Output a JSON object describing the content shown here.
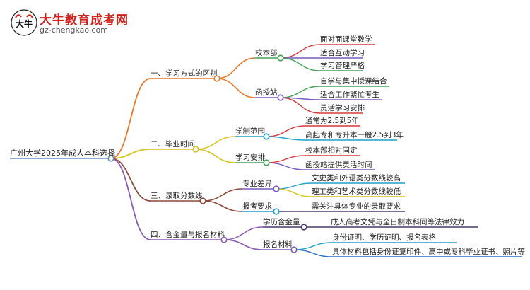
{
  "logo": {
    "title": "大牛教育成考网",
    "url": "gz-chengkao.com",
    "mark": "大牛"
  },
  "colors": {
    "root": "#6b8cc9",
    "branch1": "#e8782a",
    "branch2": "#d8c21e",
    "branch3": "#8c4a3a",
    "branch4": "#8a5cb3",
    "sub_teal": "#1fa1c8",
    "sub_green": "#44a35a",
    "sub_purple": "#7a5ac6",
    "sub_red": "#d63a3a",
    "sub_yellow": "#d4c21a",
    "sub_dark": "#4a3a74",
    "sub_blue": "#2b6fc7"
  },
  "mindmap": {
    "root": "广州大学2025年成人本科选择",
    "branches": [
      {
        "label": "一、学习方式的区别",
        "children": [
          {
            "label": "校本部",
            "leaves": [
              "面对面课堂教学",
              "适合互动学习",
              "学习管理严格"
            ]
          },
          {
            "label": "函授站",
            "leaves": [
              "自学与集中授课结合",
              "适合工作繁忙考生",
              "灵活学习安排"
            ]
          }
        ]
      },
      {
        "label": "二、毕业时间",
        "children": [
          {
            "label": "学制范围",
            "leaves": [
              "通常为2.5到5年",
              "高起专和专升本一般2.5到3年"
            ]
          },
          {
            "label": "学习安排",
            "leaves": [
              "校本部相对固定",
              "函授站提供灵活时间"
            ]
          }
        ]
      },
      {
        "label": "三、录取分数线",
        "children": [
          {
            "label": "专业差异",
            "leaves": [
              "文史类和外语类分数线较高",
              "理工类和艺术类分数线较低"
            ]
          },
          {
            "label": "报考要求",
            "leaves": [
              "需关注具体专业的录取要求"
            ]
          }
        ]
      },
      {
        "label": "四、含金量与报名材料",
        "children": [
          {
            "label": "学历含金量",
            "leaves": [
              "成人高考文凭与全日制本科同等法律效力"
            ]
          },
          {
            "label": "报名材料",
            "leaves": [
              "身份证明、学历证明、报名表格",
              "具体材料包括身份证复印件、高中或专科毕业证书、照片等"
            ]
          }
        ]
      }
    ]
  }
}
